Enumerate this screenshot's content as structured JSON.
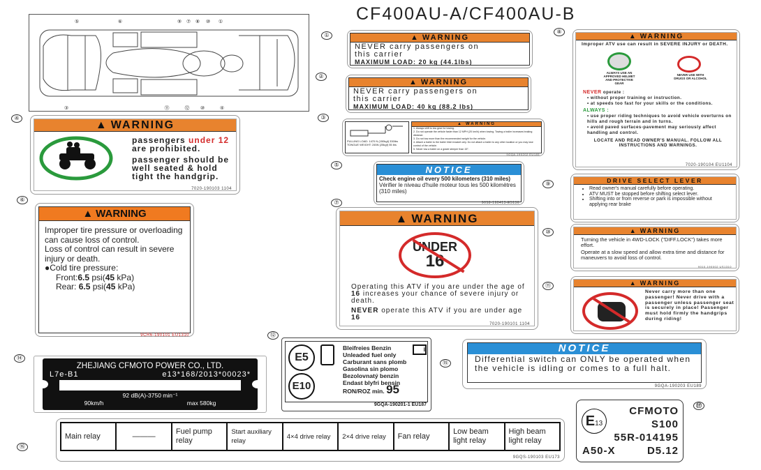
{
  "title": "CF400AU-A/CF400AU-B",
  "callouts": [
    "①",
    "②",
    "③",
    "④",
    "⑤",
    "⑥",
    "⑦",
    "⑧",
    "⑨",
    "⑩",
    "⑪",
    "⑫",
    "⑭",
    "⑮",
    "⑯",
    "⑰"
  ],
  "diagram_callouts": [
    "⑤",
    "⑥",
    "⑦",
    "⑧",
    "⑨",
    "①",
    "③",
    "⑪",
    "⑫",
    "⑩",
    "④"
  ],
  "colors": {
    "warning": "#e8832e",
    "notice": "#2a8fd6",
    "prohibit": "#d42a2a",
    "allow": "#2a9a3c"
  },
  "label1": {
    "header": "WARNING",
    "line1": "NEVER carry passengers on",
    "line2": "this carrier",
    "load": "MAXIMUM LOAD: 20 kg (44.1lbs)"
  },
  "label2": {
    "header": "WARNING",
    "line1": "NEVER carry passengers on",
    "line2": "this carrier",
    "load": "MAXIMUM LOAD: 40 kg (88.2 lbs)"
  },
  "label3": {
    "header": "WARNING",
    "pulling": "PULLING LOAD:",
    "pulling_val": "1470 N (150kgf) 330lbs",
    "tongue": "TONGUE WEIGHT:",
    "tongue_val": "245N (25kgf) 55 lbs",
    "items": [
      "1. Always shift to low gear for towing.",
      "2. Do not operate the vehicle faster than 12 MPH (20 km/h) when towing. Towing a trailer increases braking distance.",
      "3. Do not tow more than the recommended weight for the vehicle.",
      "4. Attach a trailer to the trailer hitch bracket only. Do not attach a trailer to any other location or you may lose control of the vehicle.",
      "5. Never tow a trailer on a grade steeper than 15°."
    ],
    "code": "9GQA-190202 EU185"
  },
  "label4": {
    "header": "WARNING",
    "p1a": "passengers ",
    "p1b": "under 12",
    "p1c": " are prohibited.",
    "p2": "passenger should be well seated & hold tight the handgrip.",
    "code": "7020-190103 1104"
  },
  "label5": {
    "header": "NOTICE",
    "l1": "Check engine oil every 500 kilometers (310 miles)",
    "l2": "Vérifier le niveau d'huile moteur tous les 500 kilomètres (310 miles)",
    "code": "9058-190413-E5136"
  },
  "label6": {
    "header": "WARNING",
    "l1": "Improper tire pressure or overloading can cause loss of control.",
    "l2": "Loss of control can result in severe injury or death.",
    "l3": "●Cold tire pressure:",
    "front_label": "Front:",
    "front_psi": "6.5",
    "rear_label": "Rear:",
    "rear_psi": "6.5",
    "psi": " psi(",
    "kpa": "45",
    " kpa_unit": " kPa)",
    "code": "9CR6-190101 EU1310"
  },
  "label7": {
    "header": "WARNING",
    "under": "UNDER",
    "age": "16",
    "p1a": "Operating this ATV if you are under the age of ",
    "p1b": "16",
    "p1c": " increases your chance of severe injury or death.",
    "p2a": "NEVER",
    "p2b": " operate this ATV if you are under age ",
    "p2c": "16",
    "code": "7020-190101 1104"
  },
  "label8": {
    "header": "WARNING",
    "intro": "Improper ATV use can result in SEVERE INJURY or DEATH.",
    "icon1": "ALWAYS USE AN APPROVED HELMET AND PROTECTIVE GEAR",
    "icon2": "NEVER USE WITH DRUGS OR ALCOHOL",
    "never": "NEVER",
    "never_rest": " operate :",
    "never_items": [
      "without proper training or instruction.",
      "at speeds too fast for your skills or the conditions."
    ],
    "always": "ALWAYS :",
    "always_items": [
      "use proper riding techniques to avoid vehicle overturns on hills and rough terrain and in turns.",
      "avoid paved surfaces-pavement may seriously affect handling and control."
    ],
    "footer": "LOCATE AND READ OWNER'S MANUAL. FOLLOW ALL INSTRUCTIONS AND WARNINGS.",
    "code": "7020-190104 EU1104"
  },
  "label9": {
    "header": "DRIVE SELECT LEVER",
    "items": [
      "Read owner's manual carefully before operating.",
      "ATV MUST be stopped before shifting select lever.",
      "Shifting into or from reverse or park is impossible without applying rear brake"
    ]
  },
  "label10": {
    "header": "WARNING",
    "l1": "Turning the vehicle in 4WD-LOCK (\"DIFF.LOCK\") takes more effort.",
    "l2": "Operate at a slow speed and allow extra time and distance for maneuvers to avoid loss of control.",
    "code": "9010-190002 US1310"
  },
  "label11": {
    "header": "WARNING",
    "text": "Never carry more than one passenger! Never drive with a passenger unless passenger seat is securely in place! Passenger must hold firmly the handgrips during riding!"
  },
  "label12": {
    "e5": "E5",
    "e10": "E10",
    "lines": [
      "Bleifreies Benzin",
      "Unleaded fuel only",
      "Carburant sans plomb",
      "Gasolina sin plomo",
      "Bezolovnatý benzin",
      "Endast blyfri bensin"
    ],
    "ron": "RON/ROZ min.",
    "octane": "95",
    "code": "9GQA-190201-1 EU187"
  },
  "label14": {
    "company": "ZHEJIANG CFMOTO POWER CO., LTD.",
    "category": "L7e-B1",
    "approval": "e13*168/2013*00023*",
    "noise": "92 dB(A)-3750 min⁻¹",
    "speed": "90km/h",
    "mass": "max 580kg"
  },
  "label15": {
    "header": "NOTICE",
    "text": "Differential switch can ONLY be operated when the vehicle is idling or comes to a full halt.",
    "code": "9GQA-190203 EU189"
  },
  "label16": {
    "cells": [
      "Main relay",
      "———",
      "Fuel pump relay",
      "Start auxiliary relay",
      "4×4 drive relay",
      "2×4 drive relay",
      "Fan relay",
      "Low beam light relay",
      "High beam light relay"
    ],
    "code": "9GQS-190103 EU173"
  },
  "label17": {
    "e": "E",
    "e_num": "13",
    "brand": "CFMOTO",
    "model": "S100",
    "approval": "55R-014195",
    "class": "A50-X",
    "value": "D5.12"
  }
}
